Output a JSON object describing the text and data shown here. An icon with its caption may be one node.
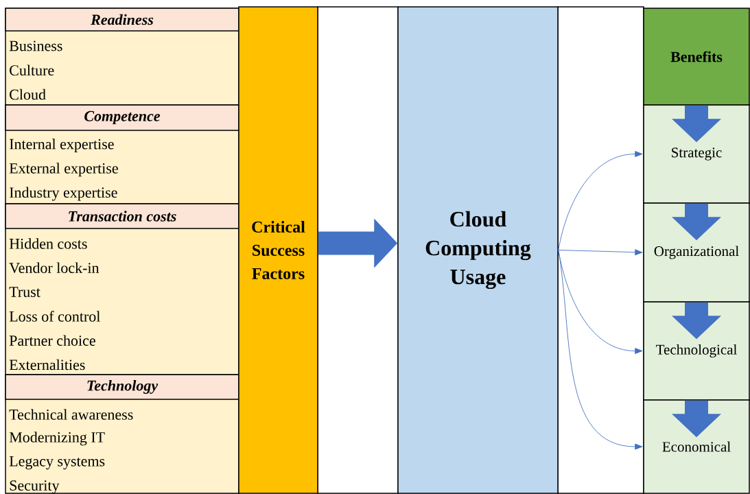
{
  "diagram": {
    "nodes": [
      {
        "text": [
          "Readiness",
          "Business",
          "Culture",
          "Cloud"
        ]
      },
      {
        "text": [
          "Competence",
          "Internal expertise",
          "External expertise",
          "Industry expertise"
        ]
      },
      {
        "text": [
          "Transaction costs",
          "Hidden costs",
          "Vendor lock-in",
          "Trust",
          "Loss of control",
          "Partner choice",
          "Externalities"
        ]
      },
      {
        "text": [
          "Technology",
          "Technical awareness",
          "Modernizing IT",
          "Legacy systems",
          "Security"
        ]
      },
      {
        "text": [
          "Critical Success Factors"
        ]
      },
      {
        "text": [
          "Cloud Computing Usage"
        ]
      },
      {
        "text": [
          "Benefits"
        ]
      },
      {
        "text": [
          "Strategic"
        ]
      },
      {
        "text": [
          "Organizational"
        ]
      },
      {
        "text": [
          "Technological"
        ]
      },
      {
        "text": [
          "Economical"
        ]
      }
    ],
    "edges": [
      {
        "from": 4,
        "to": 5,
        "arrow": "to"
      },
      {
        "from": 5,
        "to": 7,
        "arrow": "to"
      },
      {
        "from": 5,
        "to": 8,
        "arrow": "to"
      },
      {
        "from": 5,
        "to": 9,
        "arrow": "to"
      },
      {
        "from": 5,
        "to": 10,
        "arrow": "to"
      },
      {
        "from": 6,
        "to": 7,
        "arrow": "to"
      },
      {
        "from": 7,
        "to": 8,
        "arrow": "to"
      },
      {
        "from": 8,
        "to": 9,
        "arrow": "to"
      },
      {
        "from": 9,
        "to": 10,
        "arrow": "to"
      }
    ]
  }
}
